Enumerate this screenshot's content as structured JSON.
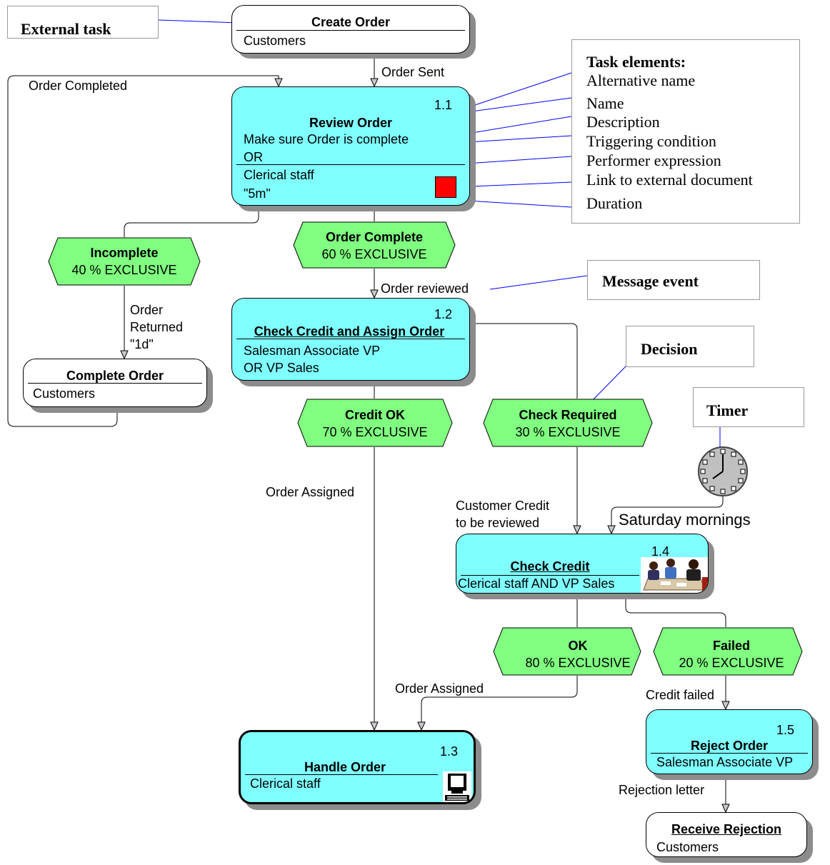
{
  "tasks": {
    "create_order": {
      "name": "Create Order",
      "performer": "Customers"
    },
    "review_order": {
      "number": "1.1",
      "name": "Review Order",
      "description": "Make sure Order is complete",
      "condition": "OR",
      "performer": "Clerical staff",
      "duration": "\"5m\""
    },
    "check_credit_assign": {
      "number": "1.2",
      "name": "Check Credit and Assign Order",
      "performer_line1": "Salesman Associate VP",
      "performer_line2": "OR VP Sales"
    },
    "complete_order": {
      "name": "Complete Order",
      "performer": "Customers"
    },
    "check_credit": {
      "number": "1.4",
      "name": "Check Credit",
      "performer": "Clerical staff AND VP Sales"
    },
    "handle_order": {
      "number": "1.3",
      "name": "Handle Order",
      "performer": "Clerical staff"
    },
    "reject_order": {
      "number": "1.5",
      "name": "Reject Order",
      "performer": "Salesman Associate VP"
    },
    "receive_rejection": {
      "name": "Receive Rejection",
      "performer": "Customers"
    }
  },
  "decisions": {
    "incomplete": {
      "name": "Incomplete",
      "probability": "40 % EXCLUSIVE"
    },
    "order_complete": {
      "name": "Order Complete",
      "probability": "60 % EXCLUSIVE"
    },
    "credit_ok": {
      "name": "Credit OK",
      "probability": "70 % EXCLUSIVE"
    },
    "check_required": {
      "name": "Check Required",
      "probability": "30 % EXCLUSIVE"
    },
    "ok": {
      "name": "OK",
      "probability": "80 % EXCLUSIVE"
    },
    "failed": {
      "name": "Failed",
      "probability": "20 % EXCLUSIVE"
    }
  },
  "flows": {
    "order_sent": "Order Sent",
    "order_completed": "Order Completed",
    "order_reviewed": "Order reviewed",
    "order_returned_1": "Order",
    "order_returned_2": "Returned",
    "order_returned_3": "\"1d\"",
    "order_assigned_1": "Order Assigned",
    "customer_credit_1": "Customer Credit",
    "customer_credit_2": "to be reviewed",
    "saturday": "Saturday mornings",
    "order_assigned_2": "Order Assigned",
    "credit_failed": "Credit failed",
    "rejection_letter": "Rejection letter"
  },
  "callouts": {
    "external_task": "External task",
    "message_event": "Message event",
    "decision": "Decision",
    "timer": "Timer",
    "task_elements_title": "Task elements:"
  },
  "task_elements": [
    "Alternative name",
    "Name",
    "Description",
    "Triggering condition",
    "Performer expression",
    "Link to external document",
    "Duration"
  ],
  "icons": {
    "document_link": "red-document-icon",
    "timer": "clock-icon",
    "meeting": "people-meeting-icon",
    "computer": "computer-icon"
  },
  "colors": {
    "task_fill": "#80ffff",
    "decision_fill": "#80ff80",
    "callout_line": "#0000ff",
    "document_link": "#ff0000"
  }
}
